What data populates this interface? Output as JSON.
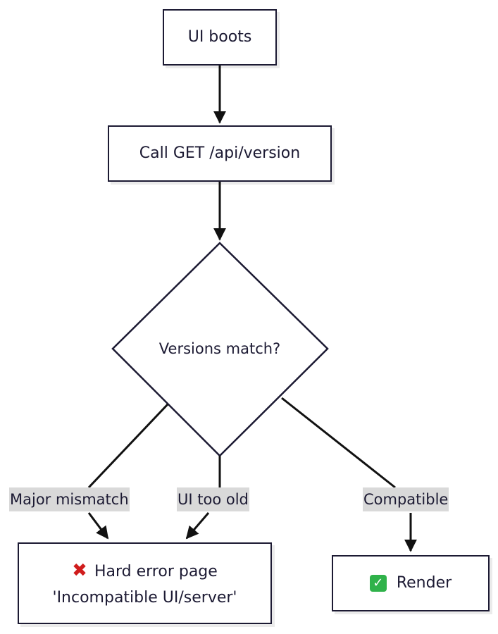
{
  "nodes": {
    "ui_boots": "UI boots",
    "call_version": "Call GET /api/version",
    "decision": "Versions match?",
    "hard_error_line1": "Hard error page",
    "hard_error_line2": "'Incompatible UI/server'",
    "render": "Render"
  },
  "edges": {
    "major_mismatch": "Major mismatch",
    "ui_too_old": "UI too old",
    "compatible": "Compatible"
  },
  "icons": {
    "error": "cross-mark-icon",
    "success": "check-mark-icon"
  },
  "colors": {
    "stroke": "#1c1a33",
    "label_bg": "#d9d9d9",
    "error": "#d01c1c",
    "success": "#2fb24a"
  }
}
